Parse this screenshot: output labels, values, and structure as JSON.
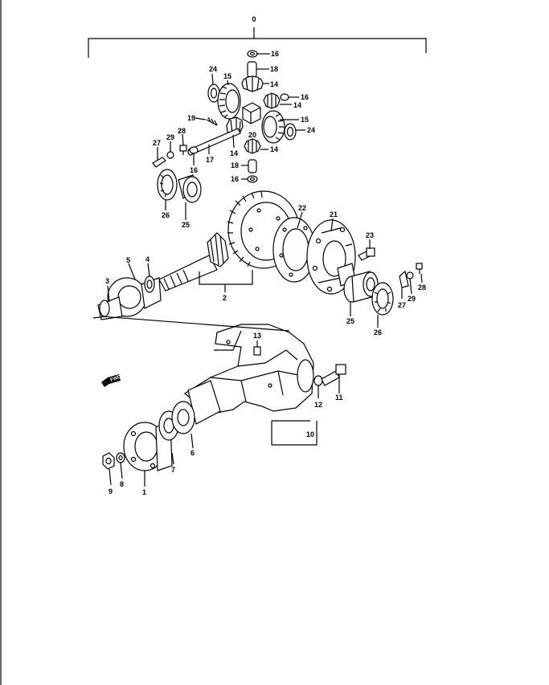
{
  "diagram": {
    "assembly_label": "0",
    "callouts": {
      "c0": "16",
      "c1": "18",
      "c2": "24",
      "c3": "15",
      "c4": "14",
      "c5": "16",
      "c6": "14",
      "c7": "19",
      "c8": "15",
      "c9": "20",
      "c10": "24",
      "c11": "29",
      "c12": "28",
      "c13": "27",
      "c14": "14",
      "c15": "14",
      "c16": "17",
      "c17": "16",
      "c18": "18",
      "c19": "16",
      "c20": "26",
      "c21": "25",
      "c22": "22",
      "c23": "21",
      "c24": "23",
      "c25": "5",
      "c26": "4",
      "c27": "3",
      "c28": "2",
      "c29": "25",
      "c30": "26",
      "c31": "29",
      "c32": "27",
      "c33": "28",
      "c34": "13",
      "c35": "12",
      "c36": "11",
      "c37": "10",
      "c38": "7",
      "c39": "6",
      "c40": "9",
      "c41": "8",
      "c42": "1"
    },
    "front_label": "FWD"
  }
}
